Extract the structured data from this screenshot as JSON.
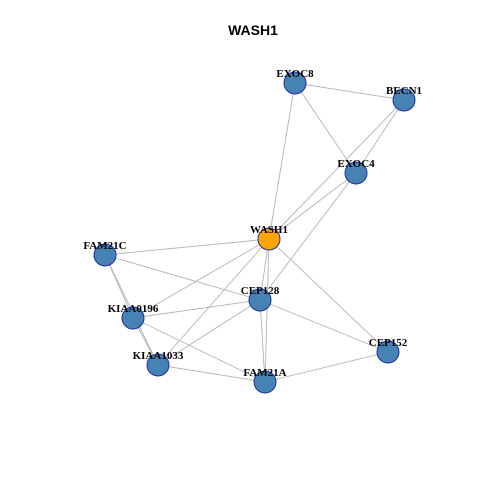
{
  "title": "WASH1",
  "colors": {
    "center_node": "#ffa500",
    "node": "#4682b4",
    "node_border": "#1f2fa0",
    "edge": "#b4b4b4"
  },
  "nodes": [
    {
      "id": "WASH1",
      "label": "WASH1",
      "center": true
    },
    {
      "id": "EXOC8",
      "label": "EXOC8",
      "center": false
    },
    {
      "id": "BECN1",
      "label": "BECN1",
      "center": false
    },
    {
      "id": "EXOC4",
      "label": "EXOC4",
      "center": false
    },
    {
      "id": "FAM21C",
      "label": "FAM21C",
      "center": false
    },
    {
      "id": "CEP128",
      "label": "CEP128",
      "center": false
    },
    {
      "id": "KIAA0196",
      "label": "KIAA0196",
      "center": false
    },
    {
      "id": "KIAA1033",
      "label": "KIAA1033",
      "center": false
    },
    {
      "id": "CEP152",
      "label": "CEP152",
      "center": false
    },
    {
      "id": "FAM21A",
      "label": "FAM21A",
      "center": false
    }
  ],
  "edges": [
    [
      "EXOC8",
      "BECN1"
    ],
    [
      "EXOC8",
      "EXOC4"
    ],
    [
      "EXOC8",
      "WASH1"
    ],
    [
      "BECN1",
      "EXOC4"
    ],
    [
      "BECN1",
      "WASH1"
    ],
    [
      "EXOC4",
      "WASH1"
    ],
    [
      "EXOC4",
      "CEP128"
    ],
    [
      "WASH1",
      "FAM21C"
    ],
    [
      "WASH1",
      "KIAA0196"
    ],
    [
      "WASH1",
      "KIAA1033"
    ],
    [
      "WASH1",
      "CEP128"
    ],
    [
      "WASH1",
      "FAM21A"
    ],
    [
      "WASH1",
      "CEP152"
    ],
    [
      "FAM21C",
      "KIAA0196"
    ],
    [
      "FAM21C",
      "KIAA1033"
    ],
    [
      "FAM21C",
      "CEP128"
    ],
    [
      "KIAA0196",
      "CEP128"
    ],
    [
      "KIAA0196",
      "FAM21A"
    ],
    [
      "KIAA0196",
      "KIAA1033"
    ],
    [
      "KIAA1033",
      "CEP128"
    ],
    [
      "KIAA1033",
      "FAM21A"
    ],
    [
      "CEP128",
      "FAM21A"
    ],
    [
      "CEP128",
      "CEP152"
    ],
    [
      "FAM21A",
      "CEP152"
    ]
  ]
}
